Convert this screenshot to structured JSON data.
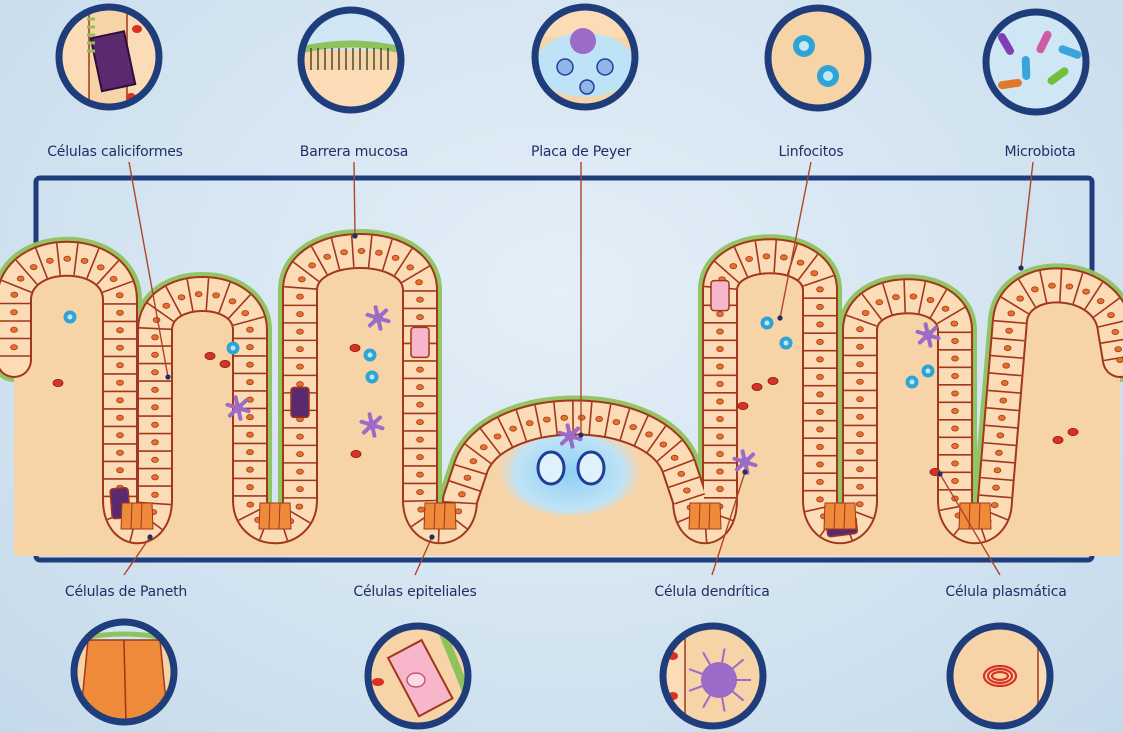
{
  "labels_top": {
    "goblet": "Células caliciformes",
    "mucus": "Barrera mucosa",
    "peyer": "Placa de Peyer",
    "lympho": "Linfocitos",
    "microbiota": "Microbiota"
  },
  "labels_bottom": {
    "paneth": "Células de Paneth",
    "epithelial": "Células epiteliales",
    "dendritic": "Célula dendrítica",
    "plasma": "Célula plasmática"
  },
  "colors": {
    "frame": "#1f3d7a",
    "lamina": "#f7d4a8",
    "cell_fill": "#fbdcb6",
    "cell_outline": "#a2371c",
    "nucleus": "#e8702a",
    "mucus": "#8fc25c",
    "goblet": "#5b2a6e",
    "paneth": "#ef8a3a",
    "dendritic": "#9b6bc7",
    "lymphocyte": "#2fa3d6",
    "plasma": "#d83224",
    "epithelial_pink": "#f7b6c9"
  }
}
